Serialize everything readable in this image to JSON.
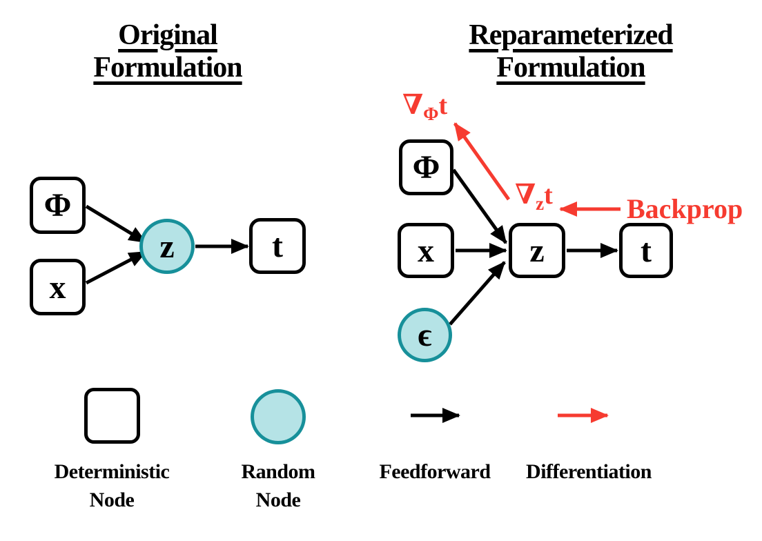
{
  "titles": {
    "left": "Original\nFormulation",
    "right": "Reparameterized\nFormulation"
  },
  "left_diagram": {
    "phi": "Φ",
    "x": "x",
    "z": "z",
    "t": "t"
  },
  "right_diagram": {
    "phi": "Φ",
    "x": "x",
    "z": "z",
    "t": "t",
    "epsilon": "ϵ",
    "grad_phi": {
      "nabla": "∇",
      "sub": "Φ",
      "tail": "t"
    },
    "grad_z": {
      "nabla": "∇",
      "sub": "z",
      "tail": "t"
    },
    "backprop": "Backprop"
  },
  "legend": {
    "deterministic": "Deterministic\nNode",
    "random": "Random\nNode",
    "feedforward": "Feedforward",
    "differentiation": "Differentiation"
  },
  "colors": {
    "background": "#ffffff",
    "text": "#000000",
    "deterministic_node_fill": "#ffffff",
    "deterministic_node_border": "#000000",
    "random_node_fill": "#b5e3e6",
    "random_node_border": "#17909a",
    "feedforward_arrow": "#000000",
    "differentiation_arrow": "#f63b30"
  }
}
